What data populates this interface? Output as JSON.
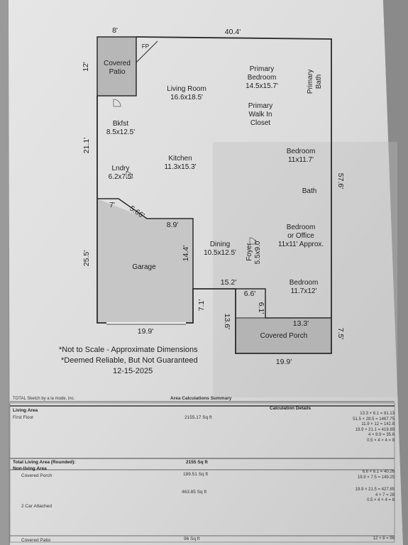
{
  "floorplan": {
    "rooms": {
      "covered_patio": "Covered\nPatio",
      "fp": "FP",
      "living_room": "Living Room\n16.6x18.5'",
      "primary_bedroom": "Primary\nBedroom\n14.5x15.7'",
      "primary_bath": "Primary\nBath",
      "primary_walkin": "Primary\nWalk In\nCloset",
      "bkfst": "Bkfst\n8.5x12.5'",
      "kitchen": "Kitchen\n11.3x15.3'",
      "lndry": "Lndry\n6.2x7.5'",
      "bedroom_1": "Bedroom\n11x11.7'",
      "bath": "Bath",
      "bedroom_office": "Bedroom\nor Office\n11x11' Approx.",
      "dining": "Dining\n10.5x12.5'",
      "foyer": "Foyer\n5.5x9.0'",
      "garage": "Garage",
      "bedroom_2": "Bedroom\n11.7x12'",
      "covered_porch": "Covered Porch"
    },
    "dimensions": {
      "top_8": "8'",
      "top_40_4": "40.4'",
      "left_12": "12'",
      "left_21_1": "21.1'",
      "left_25_5": "25.5'",
      "right_57_6": "57.6'",
      "right_7_5": "7.5'",
      "garage_7": "7'",
      "garage_5_66": "5.66'",
      "garage_8_9": "8.9'",
      "garage_14_4": "14.4'",
      "garage_7_1": "7.1'",
      "bottom_19_9_a": "19.9'",
      "mid_15_2": "15.2'",
      "mid_13_6": "13.6'",
      "porch_6_6": "6.6'",
      "porch_6_1": "6.1'",
      "porch_13_3": "13.3'",
      "bottom_19_9_b": "19.9'"
    },
    "notes": {
      "line1": "*Not to Scale - Approximate Dimensions",
      "line2": "*Deemed Reliable, But Not Guaranteed",
      "date": "12-15-2025"
    }
  },
  "summary": {
    "software": "TOTAL Sketch by a la mode, inc.",
    "title": "Area Calculations Summary",
    "living_area_label": "Living Area",
    "calc_details_label": "Calculation Details",
    "first_floor_label": "First Floor",
    "first_floor_value": "2155.17 Sq ft",
    "calc_first_floor": [
      "13.3 × 6.1   =     81.13",
      "51.5 × 28.5  =  1467.75",
      "11.9 × 12    =    142.8",
      "19.9 × 21.1  =   419.89",
      "4 × 8.9      =     35.6",
      "0.5 × 4 × 4  =        8"
    ],
    "total_living_label": "Total Living Area (Rounded):",
    "total_living_value": "2155 Sq ft",
    "non_living_label": "Non-living Area",
    "covered_porch_label": "Covered Porch",
    "covered_porch_value": "189.51 Sq ft",
    "calc_porch": [
      "6.6 × 6.1    =    40.26",
      "19.9 × 7.5   =   149.25"
    ],
    "garage_label": "2 Car Attached",
    "garage_value": "463.85 Sq ft",
    "calc_garage": [
      "19.9 × 21.5  =   427.85",
      "4 × 7        =       28",
      "0.5 × 4 × 4  =        8"
    ],
    "patio_label": "Covered Patio",
    "patio_value": "96 Sq ft",
    "calc_patio": [
      "12 × 8       =       96"
    ]
  }
}
